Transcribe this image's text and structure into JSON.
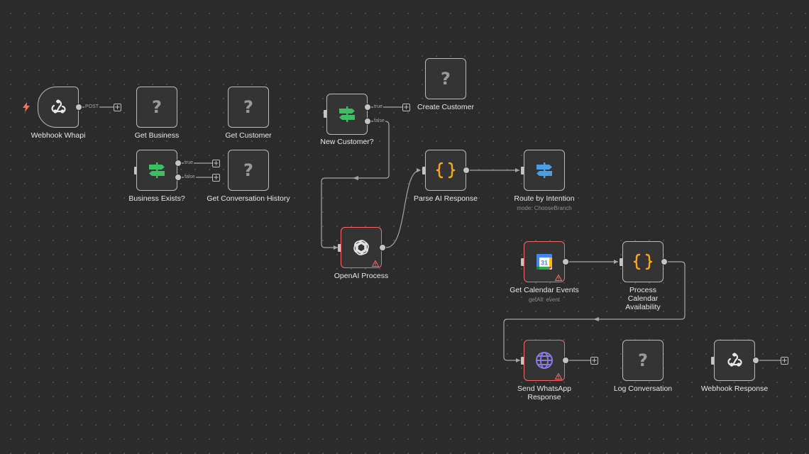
{
  "nodes": {
    "webhook_whapi": {
      "label": "Webhook Whapi",
      "icon": "webhook-icon"
    },
    "get_business": {
      "label": "Get Business",
      "icon": "question-icon"
    },
    "get_customer": {
      "label": "Get Customer",
      "icon": "question-icon"
    },
    "business_exists": {
      "label": "Business Exists?",
      "icon": "if-branch-icon"
    },
    "get_conversation_history": {
      "label": "Get Conversation History",
      "icon": "question-icon"
    },
    "new_customer": {
      "label": "New Customer?",
      "icon": "if-branch-icon"
    },
    "create_customer": {
      "label": "Create Customer",
      "icon": "question-icon"
    },
    "parse_ai_response": {
      "label": "Parse AI Response",
      "icon": "code-braces-icon"
    },
    "route_by_intention": {
      "label": "Route by Intention",
      "subtitle": "mode: ChooseBranch",
      "icon": "switch-icon"
    },
    "openai_process": {
      "label": "OpenAI Process",
      "icon": "openai-icon"
    },
    "get_calendar_events": {
      "label": "Get Calendar Events",
      "subtitle": "getAll: event",
      "icon": "google-calendar-icon"
    },
    "process_calendar_availability": {
      "label": "Process Calendar Availability",
      "icon": "code-braces-icon"
    },
    "send_whatsapp_response": {
      "label": "Send WhatsApp Response",
      "icon": "globe-icon"
    },
    "log_conversation": {
      "label": "Log Conversation",
      "icon": "question-icon"
    },
    "webhook_response": {
      "label": "Webhook Response",
      "icon": "webhook-icon"
    }
  },
  "edge_labels": {
    "post": "POST",
    "true": "true",
    "false": "false"
  },
  "glyphs": {
    "unknown": "?",
    "plus": "+",
    "calendar_day": "31"
  },
  "colors": {
    "canvas_bg": "#2b2b2b",
    "node_border": "#b9b9b9",
    "error_border": "#f06b6b",
    "if_green": "#3ebd64",
    "switch_blue": "#4a9de0",
    "code_orange": "#f5a623",
    "globe_purple": "#8b7ae0",
    "trigger_red": "#ff6d5a"
  }
}
